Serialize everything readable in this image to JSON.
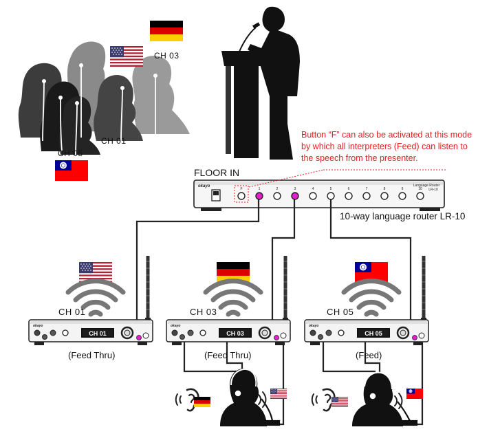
{
  "labels": {
    "floor_in": "FLOOR IN",
    "router_name": "10-way language router LR-10",
    "router_brand": "okayo",
    "router_model_line1": "Language Router",
    "router_model_line2": "LR-10",
    "router_keys": [
      "F",
      "1",
      "2",
      "3",
      "4",
      "5",
      "6",
      "7",
      "8",
      "9",
      "10"
    ],
    "audience_ch03": "CH 03",
    "audience_ch01": "CH 01",
    "audience_ch05": "CH 05"
  },
  "note": {
    "lines": [
      "Button “F” can also be activated at this mode",
      "by which all interpreters (Feed) can listen to",
      "the speech from the presenter."
    ]
  },
  "transmitters": [
    {
      "channel": "CH 01",
      "display": "CH 01",
      "mode": "(Feed Thru)",
      "flag": "usa"
    },
    {
      "channel": "CH 03",
      "display": "CH 03",
      "mode": "(Feed Thru)",
      "flag": "germany"
    },
    {
      "channel": "CH 05",
      "display": "CH 05",
      "mode": "(Feed)",
      "flag": "taiwan"
    }
  ],
  "device_brand": "okayo",
  "colors": {
    "accent_pink": "#e020c8",
    "note_red": "#e02020",
    "usa_red": "#b22234",
    "taiwan_red": "#fe0000",
    "taiwan_blue": "#000095",
    "germany_gold": "#ffce00",
    "germany_red": "#dd0000"
  },
  "icons": [
    "speaker-podium-icon",
    "audience-silhouette-icon",
    "wifi-signal-icon",
    "ear-icon",
    "interpreter-headset-icon",
    "microphone-icon"
  ]
}
